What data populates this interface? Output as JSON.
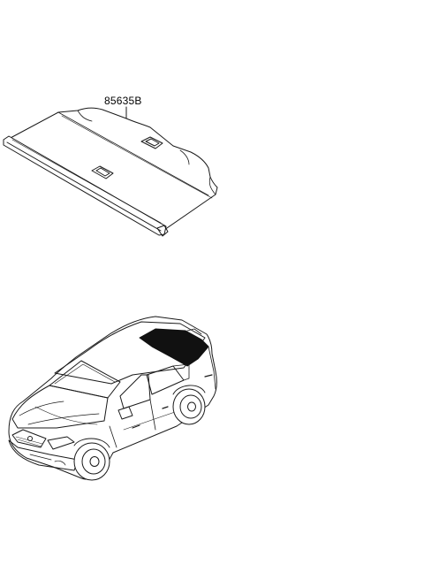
{
  "diagram": {
    "part_number": "85635B",
    "colors": {
      "line": "#1a1a1a",
      "panel_fill": "#ffffff",
      "highlight_fill": "#111111"
    },
    "icons": [
      "cargo-cover-drawing",
      "vehicle-drawing"
    ]
  }
}
